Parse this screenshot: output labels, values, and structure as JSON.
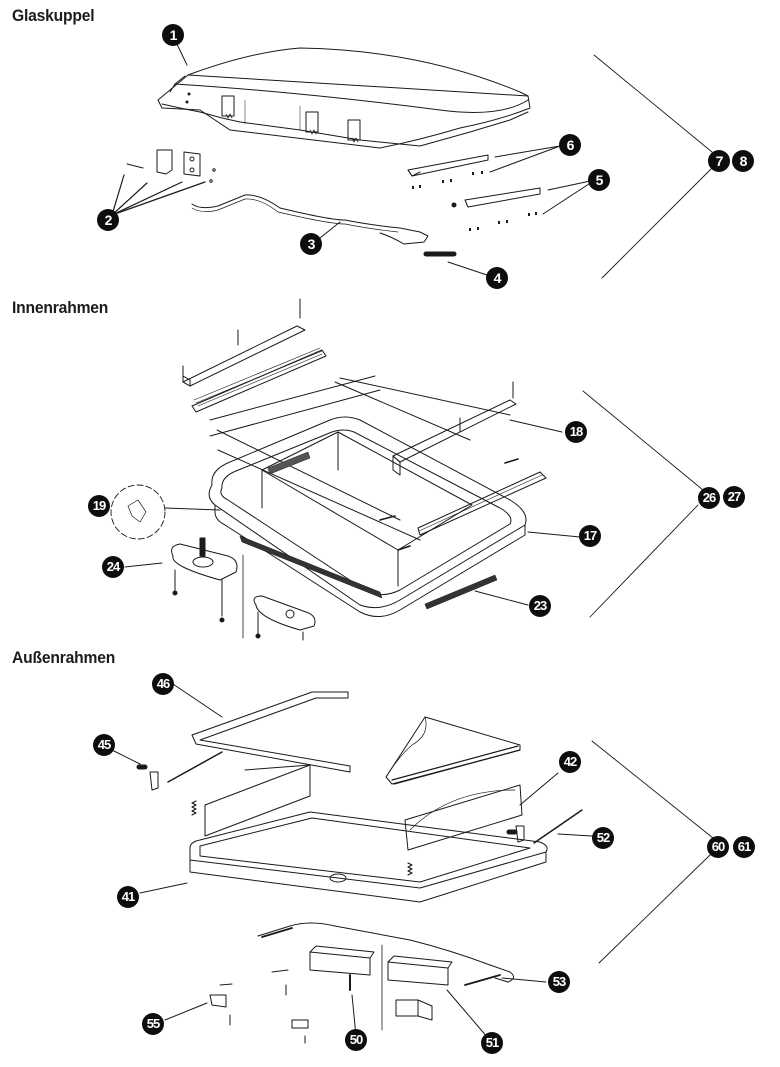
{
  "sections": [
    {
      "title": "Glaskuppel"
    },
    {
      "title": "Innenrahmen"
    },
    {
      "title": "Außenrahmen"
    }
  ],
  "callouts": {
    "c1": "1",
    "c2": "2",
    "c3": "3",
    "c4": "4",
    "c5": "5",
    "c6": "6",
    "c7": "7",
    "c8": "8",
    "c17": "17",
    "c18": "18",
    "c19": "19",
    "c23": "23",
    "c24": "24",
    "c26": "26",
    "c27": "27",
    "c41": "41",
    "c42": "42",
    "c45": "45",
    "c46": "46",
    "c50": "50",
    "c51": "51",
    "c52": "52",
    "c53": "53",
    "c55": "55",
    "c60": "60",
    "c61": "61"
  },
  "colors": {
    "callout_bg": "#0d0d0d",
    "line": "#1a1a1a",
    "background": "#ffffff"
  }
}
